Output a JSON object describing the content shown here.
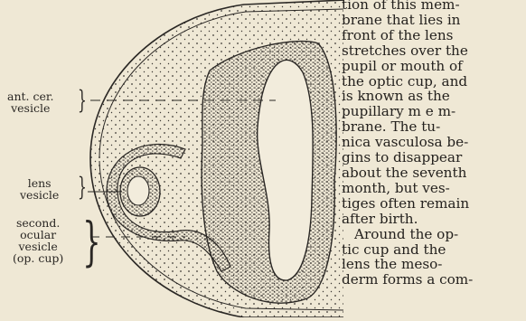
{
  "figure": {
    "labels": {
      "ant_cer": [
        "ant. cer.",
        "vesicle"
      ],
      "lens": [
        "lens",
        "vesicle"
      ],
      "second_ocular": [
        "second.",
        "ocular",
        "vesicle",
        "(op. cup)"
      ]
    }
  },
  "body_text": {
    "lines": [
      "tion of this mem-",
      "brane that lies in",
      "front of the lens",
      "stretches over the",
      "pupil or mouth of",
      "the optic cup, and",
      "is known as the",
      "pupillary m e m-",
      "brane. The tu-",
      "nica vasculosa be-",
      "gins to disappear",
      "about the seventh",
      "month, but ves-",
      "tiges often remain",
      "after birth.",
      "Around the op-",
      "tic cup and the",
      "lens the meso-",
      "derm forms a com-"
    ]
  }
}
